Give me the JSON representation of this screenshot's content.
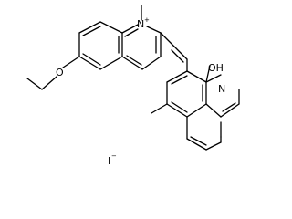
{
  "structure": {
    "labels": {
      "n_quinolinium": "N",
      "quinolinium_charge": "+",
      "hydroxy": "OH",
      "n_quinoline": "N",
      "ether_oxygen": "O",
      "counterion": "I",
      "counterion_charge": "−"
    },
    "colors": {
      "bond": "#000000",
      "background": "#ffffff"
    }
  }
}
